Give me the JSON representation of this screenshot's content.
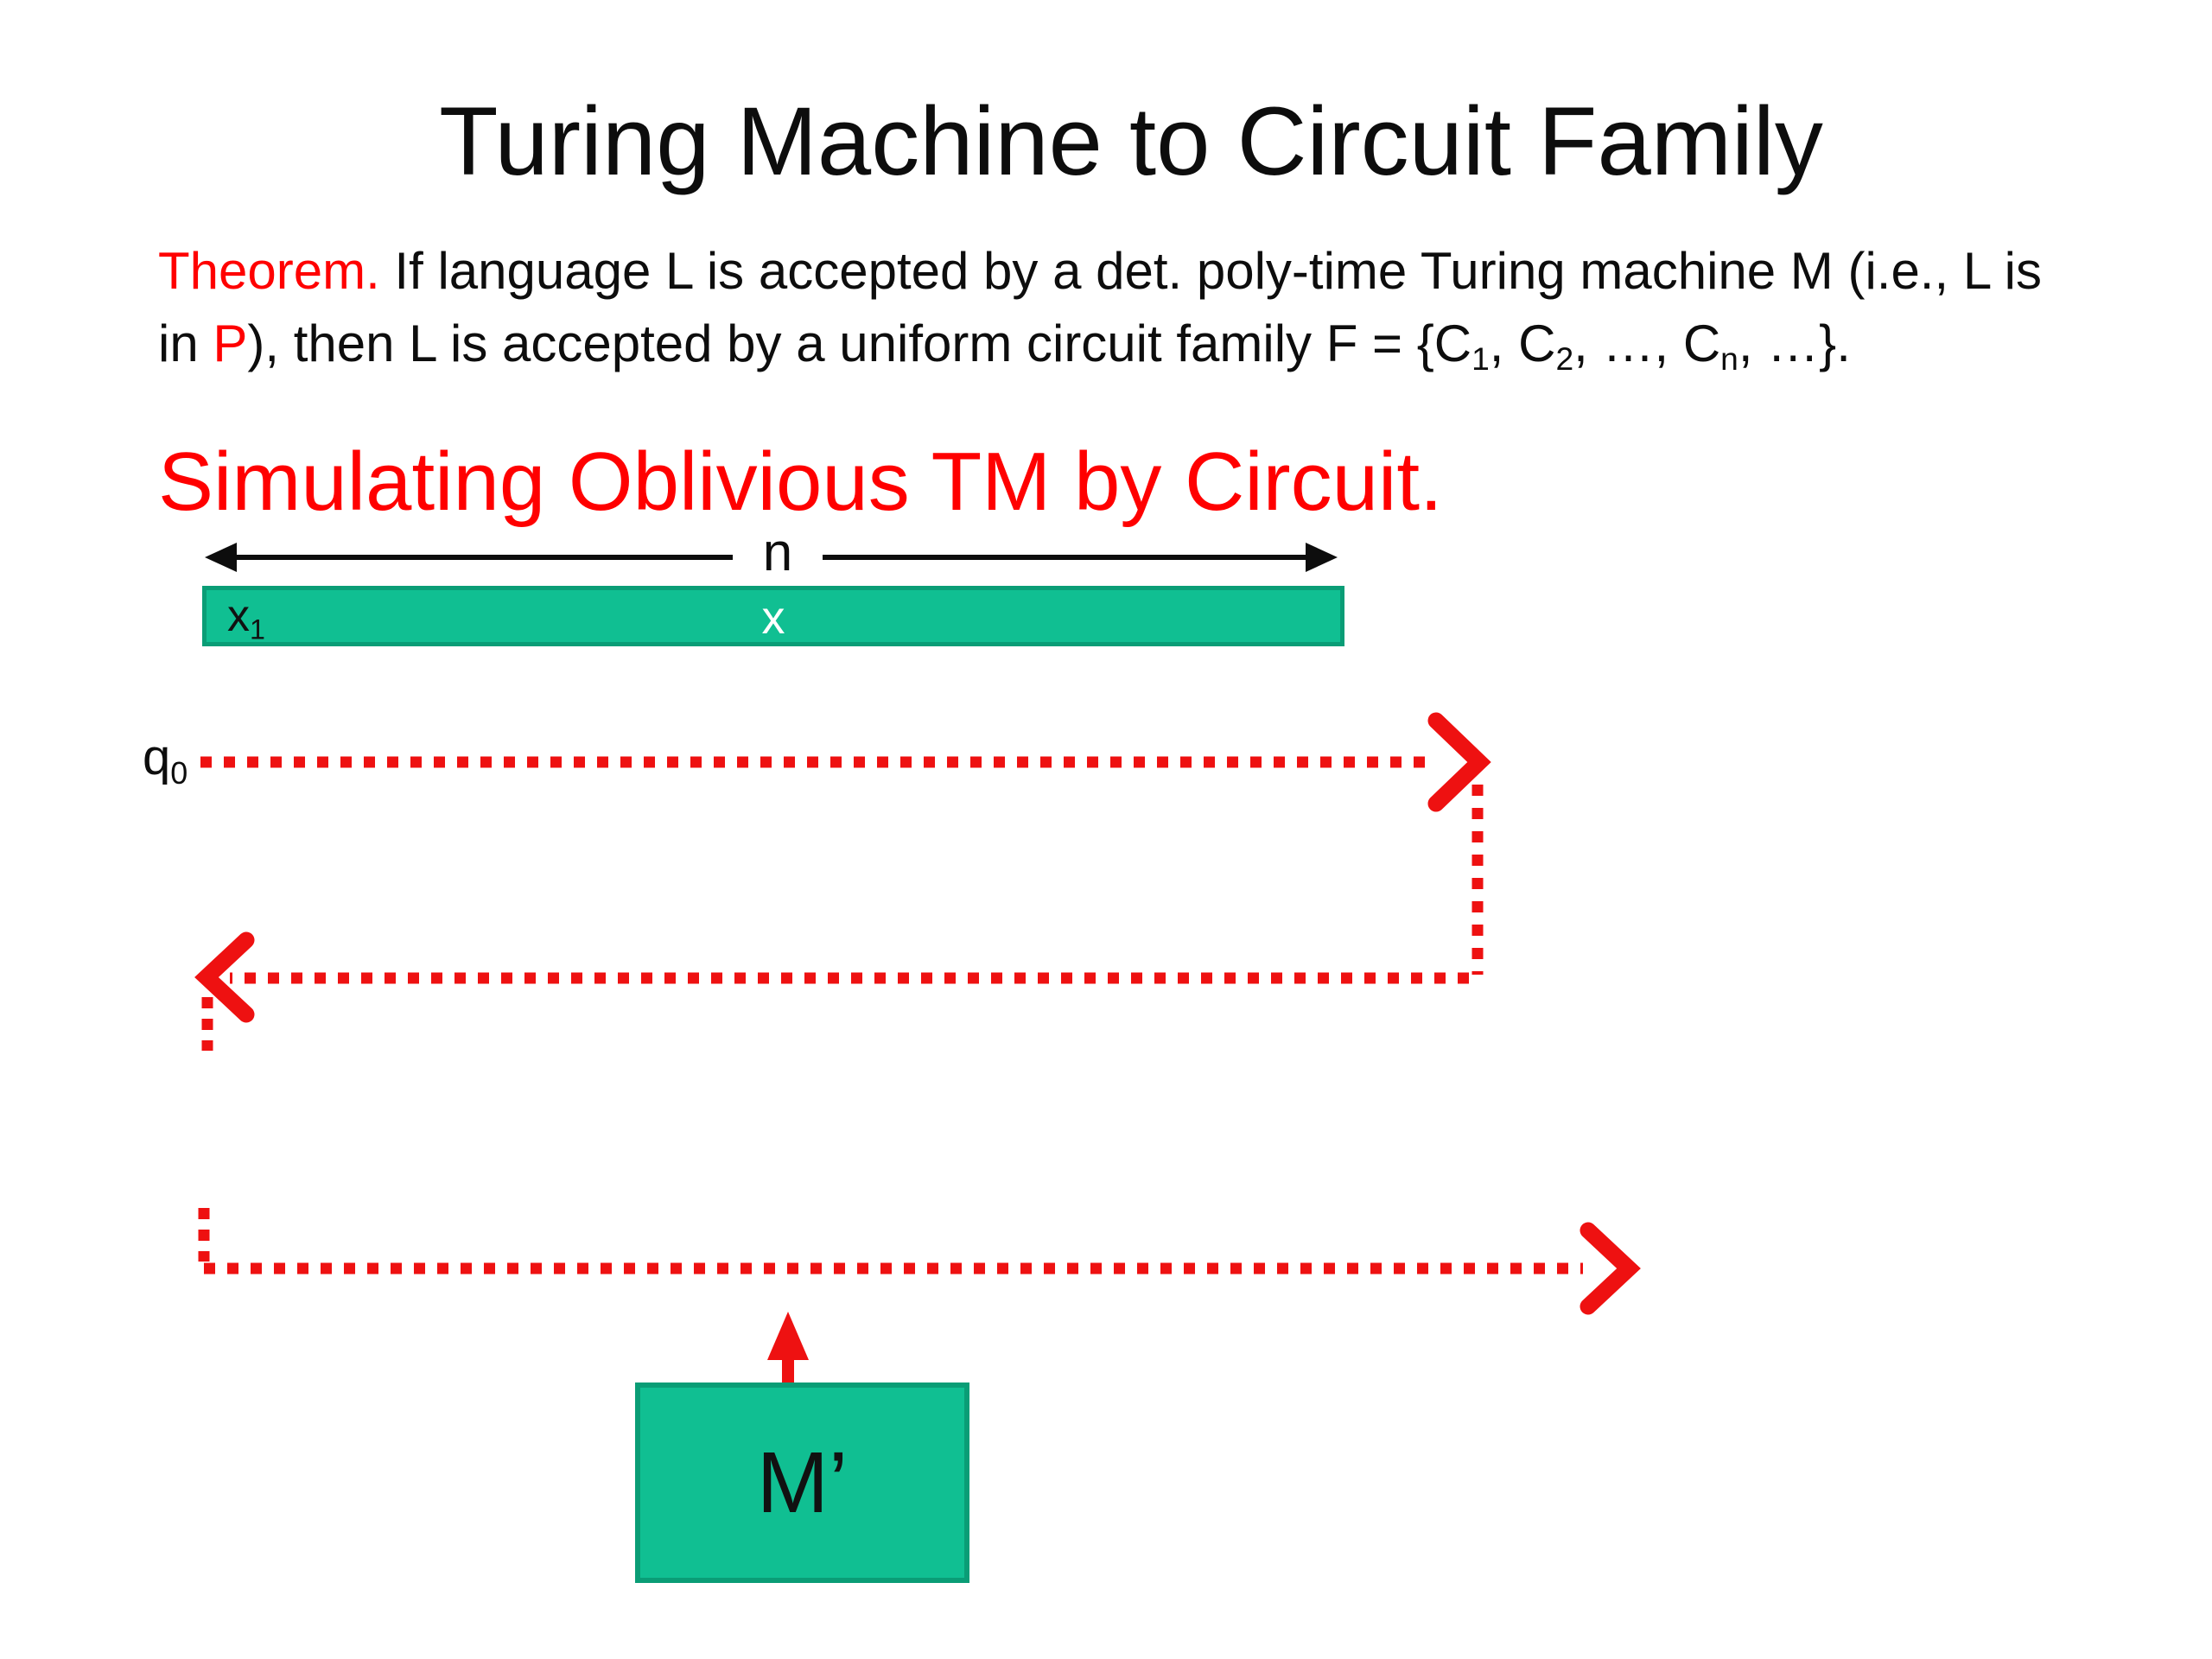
{
  "slide": {
    "title": "Turing Machine to Circuit Family",
    "theorem": {
      "line1": [
        {
          "text": "Theorem.",
          "color": "red_text"
        },
        {
          "text": " If language L is accepted by a det. poly-time Turing machine M (i.e., L is"
        }
      ],
      "line2": [
        {
          "text": "in "
        },
        {
          "text": "P",
          "color": "red_text"
        },
        {
          "text": "), then L is accepted by a uniform circuit family F = {C"
        },
        {
          "text": "1",
          "sub": true
        },
        {
          "text": ", C"
        },
        {
          "text": "2",
          "sub": true
        },
        {
          "text": ", …, C"
        },
        {
          "text": "n",
          "sub": true
        },
        {
          "text": ", …}."
        }
      ]
    },
    "subtitle": "Simulating Oblivious TM by Circuit.",
    "diagram": {
      "tape_length_label": "n",
      "tape_cell_label": "x",
      "tape_cell_label_sub": "1",
      "tape_content_label": "x",
      "state_label": "q",
      "state_label_sub": "0",
      "machine_label": "M’"
    },
    "colors": {
      "bg": "#ffffff",
      "black": "#0d0d0d",
      "white": "#ffffff",
      "red_text": "#ff0000",
      "red_shape": "#ee1111",
      "green": "#10bf92",
      "green_border": "#0a9d76"
    }
  }
}
